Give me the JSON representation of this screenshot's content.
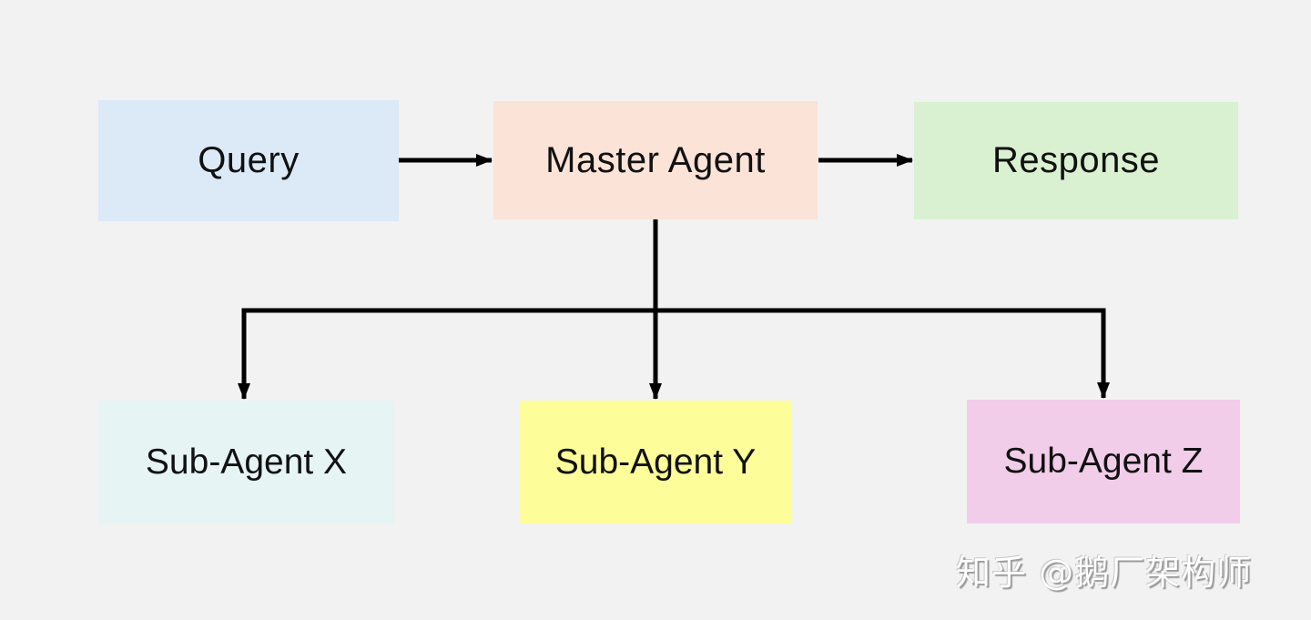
{
  "diagram": {
    "type": "flowchart",
    "nodes": [
      {
        "id": "query",
        "label": "Query",
        "color": "#dce9f7"
      },
      {
        "id": "master",
        "label": "Master Agent",
        "color": "#fbe3d8"
      },
      {
        "id": "response",
        "label": "Response",
        "color": "#d9f1d1"
      },
      {
        "id": "subx",
        "label": "Sub-Agent X",
        "color": "#e6f4f4"
      },
      {
        "id": "suby",
        "label": "Sub-Agent Y",
        "color": "#fdfd99"
      },
      {
        "id": "subz",
        "label": "Sub-Agent Z",
        "color": "#f1cde9"
      }
    ],
    "edges": [
      {
        "from": "query",
        "to": "master"
      },
      {
        "from": "master",
        "to": "response"
      },
      {
        "from": "master",
        "to": "subx"
      },
      {
        "from": "master",
        "to": "suby"
      },
      {
        "from": "master",
        "to": "subz"
      }
    ],
    "edge_color": "#000000",
    "background": "#f2f2f2"
  },
  "watermark": "知乎 @鹅厂架构师"
}
